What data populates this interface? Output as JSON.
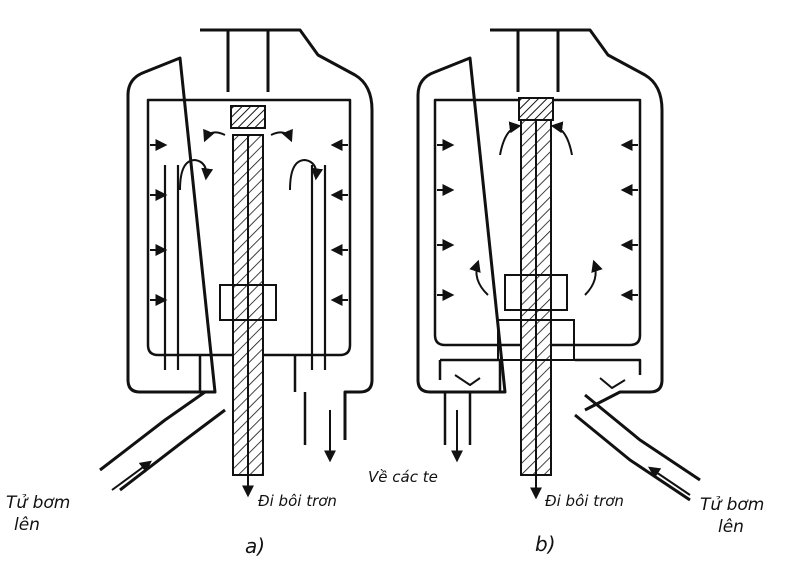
{
  "labels": {
    "left_inlet": [
      "Tử bơm",
      "lên"
    ],
    "right_inlet": [
      "Tử bơm",
      "lên"
    ],
    "left_outlet": "Đi bôi trơn",
    "right_outlet": "Đi bôi trơn",
    "return_crankcase": "Về các te",
    "fig_a": "a)",
    "fig_b": "b)"
  }
}
